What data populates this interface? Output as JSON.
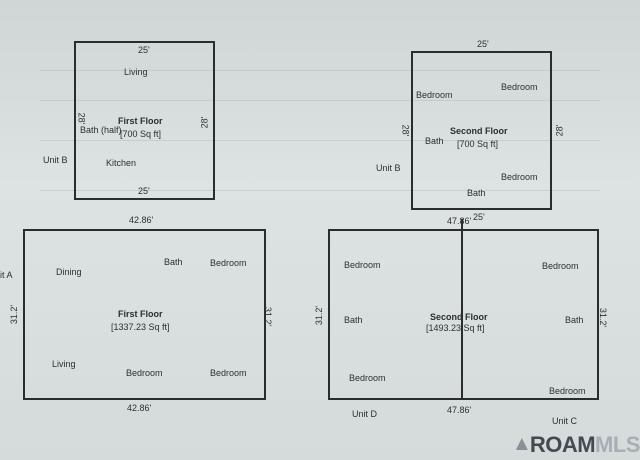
{
  "top_left": {
    "dim_top": "25'",
    "dim_bottom": "25'",
    "dim_left": "28'",
    "dim_right": "28'",
    "rooms": {
      "living": "Living",
      "bath": "Bath (half)",
      "kitchen": "Kitchen"
    },
    "title": "First Floor",
    "area": "[700 Sq ft]",
    "unit_label": "Unit B"
  },
  "top_right": {
    "dim_top": "25'",
    "dim_bottom": "25'",
    "dim_left": "28'",
    "dim_right": "28'",
    "rooms": {
      "bedroom1": "Bedroom",
      "bedroom2": "Bedroom",
      "bath1": "Bath",
      "bedroom3": "Bedroom",
      "bath2": "Bath"
    },
    "title": "Second Floor",
    "area": "[700 Sq ft]",
    "unit_label": "Unit B"
  },
  "bottom_left": {
    "dim_top": "42.86'",
    "dim_bottom": "42.86'",
    "dim_left": "31.2'",
    "dim_right": "31.2'",
    "rooms": {
      "dining": "Dining",
      "bath": "Bath",
      "bedroom1": "Bedroom",
      "living": "Living",
      "bedroom2": "Bedroom",
      "bedroom3": "Bedroom"
    },
    "title": "First Floor",
    "area": "[1337.23 Sq ft]",
    "unit_label": "it A"
  },
  "bottom_right": {
    "dim_top": "47.86'",
    "dim_bottom": "47.86'",
    "dim_left": "31.2'",
    "dim_right": "31.2'",
    "rooms": {
      "bedroom1": "Bedroom",
      "bedroom2": "Bedroom",
      "bath1": "Bath",
      "bath2": "Bath",
      "bedroom3": "Bedroom",
      "bedroom4": "Bedroom"
    },
    "title": "Second Floor",
    "area": "[1493.23 Sq ft]",
    "unit_d": "Unit D",
    "unit_c": "Unit C"
  },
  "watermark": {
    "brand_main": "ROAM",
    "brand_suffix": "MLS"
  }
}
